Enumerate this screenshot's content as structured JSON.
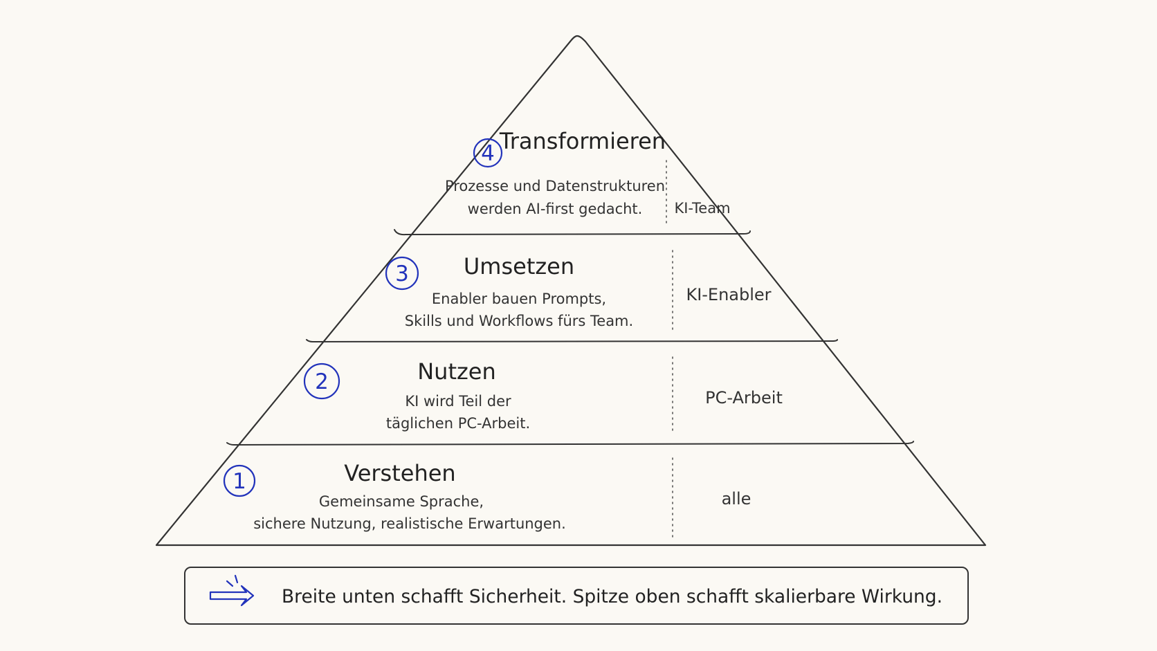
{
  "levels": [
    {
      "number": "4",
      "title": "Transformieren",
      "description": [
        "Prozesse und Datenstrukturen",
        "werden AI-first gedacht."
      ],
      "audience": "KI-Team"
    },
    {
      "number": "3",
      "title": "Umsetzen",
      "description": [
        "Enabler bauen Prompts,",
        "Skills und Workflows fürs Team."
      ],
      "audience": "KI-Enabler"
    },
    {
      "number": "2",
      "title": "Nutzen",
      "description": [
        "KI wird Teil der",
        "täglichen PC-Arbeit."
      ],
      "audience": "PC-Arbeit"
    },
    {
      "number": "1",
      "title": "Verstehen",
      "description": [
        "Gemeinsame Sprache,",
        "sichere Nutzung, realistische Erwartungen."
      ],
      "audience": "alle"
    }
  ],
  "summary": {
    "icon": "arrow-right-icon",
    "text": "Breite unten schafft Sicherheit. Spitze oben schafft skalierbare Wirkung."
  },
  "colors": {
    "accent": "#2233bb",
    "line": "#333333",
    "background": "#fbf9f4"
  }
}
